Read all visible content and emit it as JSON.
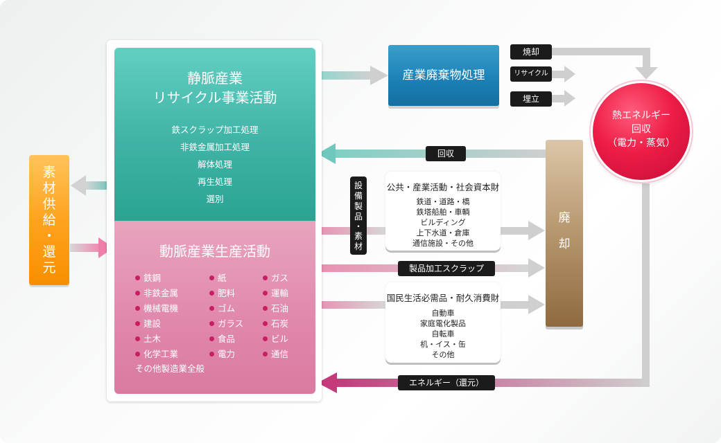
{
  "recycle_block": {
    "title_line1": "静脈産業",
    "title_line2": "リサイクル事業活動",
    "items": [
      "鉄スクラップ加工処理",
      "非鉄金属加工処理",
      "解体処理",
      "再生処理",
      "選別"
    ]
  },
  "production_block": {
    "title": "動脈産業生産活動",
    "col1": [
      "鉄鋼",
      "非鉄金属",
      "機械電機",
      "建設",
      "土木",
      "化学工業"
    ],
    "col2": [
      "紙",
      "肥料",
      "ゴム",
      "ガラス",
      "食品",
      "電力"
    ],
    "col3": [
      "ガス",
      "運輸",
      "石油",
      "石炭",
      "ビル",
      "通信"
    ],
    "footer": "その他製造業全般"
  },
  "material_supply": {
    "chars": [
      "素",
      "材",
      "供",
      "給",
      "・",
      "還",
      "元"
    ]
  },
  "waste_treatment": {
    "label": "産業廃棄物処理"
  },
  "waste_outputs": {
    "incineration": "焼却",
    "recycle": "リサイクル",
    "landfill": "埋立"
  },
  "heat_recovery": {
    "line1": "熱エネルギー",
    "line2": "回収",
    "line3": "（電力・蒸気）"
  },
  "recovery_label": "回収",
  "equipment_label": {
    "chars": [
      "設",
      "備",
      "製",
      "品",
      "・",
      "素",
      "材"
    ]
  },
  "public_assets": {
    "header": "公共・産業活動・社会資本財",
    "lines": [
      "鉄道・道路・橋",
      "鉄塔船舶・車輌",
      "ビルディング",
      "上下水道・倉庫",
      "通信施設・その他"
    ]
  },
  "scrap_label": "製品加工スクラップ",
  "consumer_goods": {
    "header": "国民生活必需品・耐久消費財",
    "lines": [
      "自動車",
      "家庭電化製品",
      "自転車",
      "机・イス・缶",
      "その他"
    ]
  },
  "disposal": {
    "chars": [
      "廃",
      "却"
    ]
  },
  "energy_return_label": "エネルギー（還元）",
  "colors": {
    "recycle_block": "#3fb3a6",
    "production_block": "#e087ab",
    "material_supply": "#ffa31f",
    "waste_treatment": "#1b7fb4",
    "disposal": "#a8855a",
    "heat_recovery": "#e8173f",
    "pill": "#1b1b1b",
    "dot": "#c81e63",
    "arrow": "#c9c9c9"
  }
}
